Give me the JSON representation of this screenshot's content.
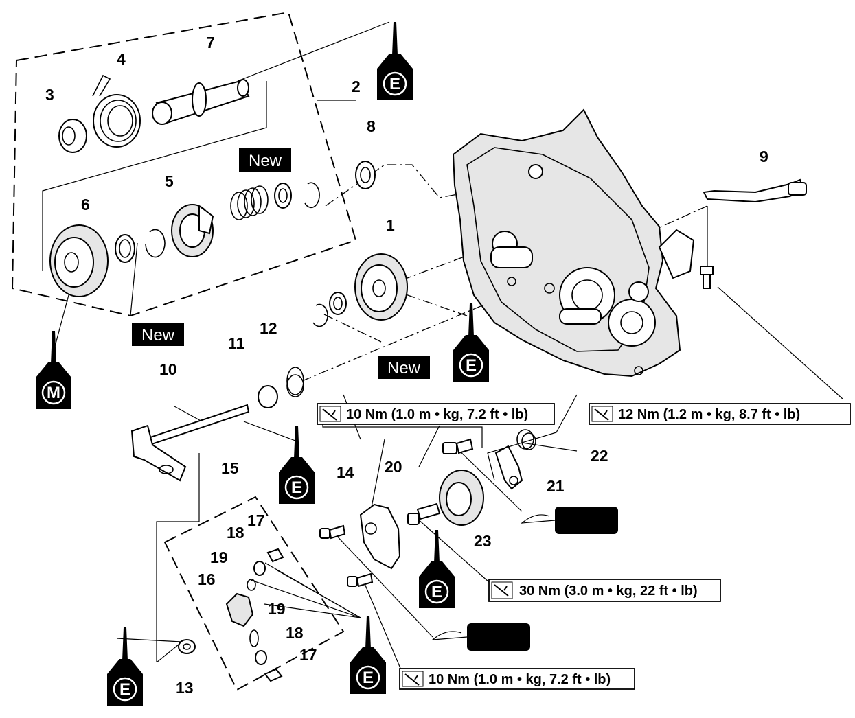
{
  "part_numbers": {
    "p1": "1",
    "p2": "2",
    "p3": "3",
    "p4": "4",
    "p5": "5",
    "p6": "6",
    "p7": "7",
    "p8": "8",
    "p9": "9",
    "p10": "10",
    "p11": "11",
    "p12": "12",
    "p13": "13",
    "p14": "14",
    "p15": "15",
    "p16": "16",
    "p17a": "17",
    "p17b": "17",
    "p18a": "18",
    "p18b": "18",
    "p19a": "19",
    "p19b": "19",
    "p20": "20",
    "p21": "21",
    "p22": "22",
    "p23": "23"
  },
  "new_labels": {
    "n1": "New",
    "n2": "New",
    "n3": "New"
  },
  "oil_labels": {
    "e1": "E",
    "e2": "E",
    "e3": "E",
    "e4": "E",
    "e5": "E",
    "e6": "E",
    "m1": "M"
  },
  "torque_specs": {
    "t1": "10 Nm (1.0 m • kg, 7.2 ft • lb)",
    "t2": "12 Nm (1.2 m • kg, 8.7 ft • lb)",
    "t3": "30 Nm (3.0 m • kg, 22 ft • lb)",
    "t4": "10 Nm (1.0 m • kg, 7.2 ft • lb)"
  }
}
